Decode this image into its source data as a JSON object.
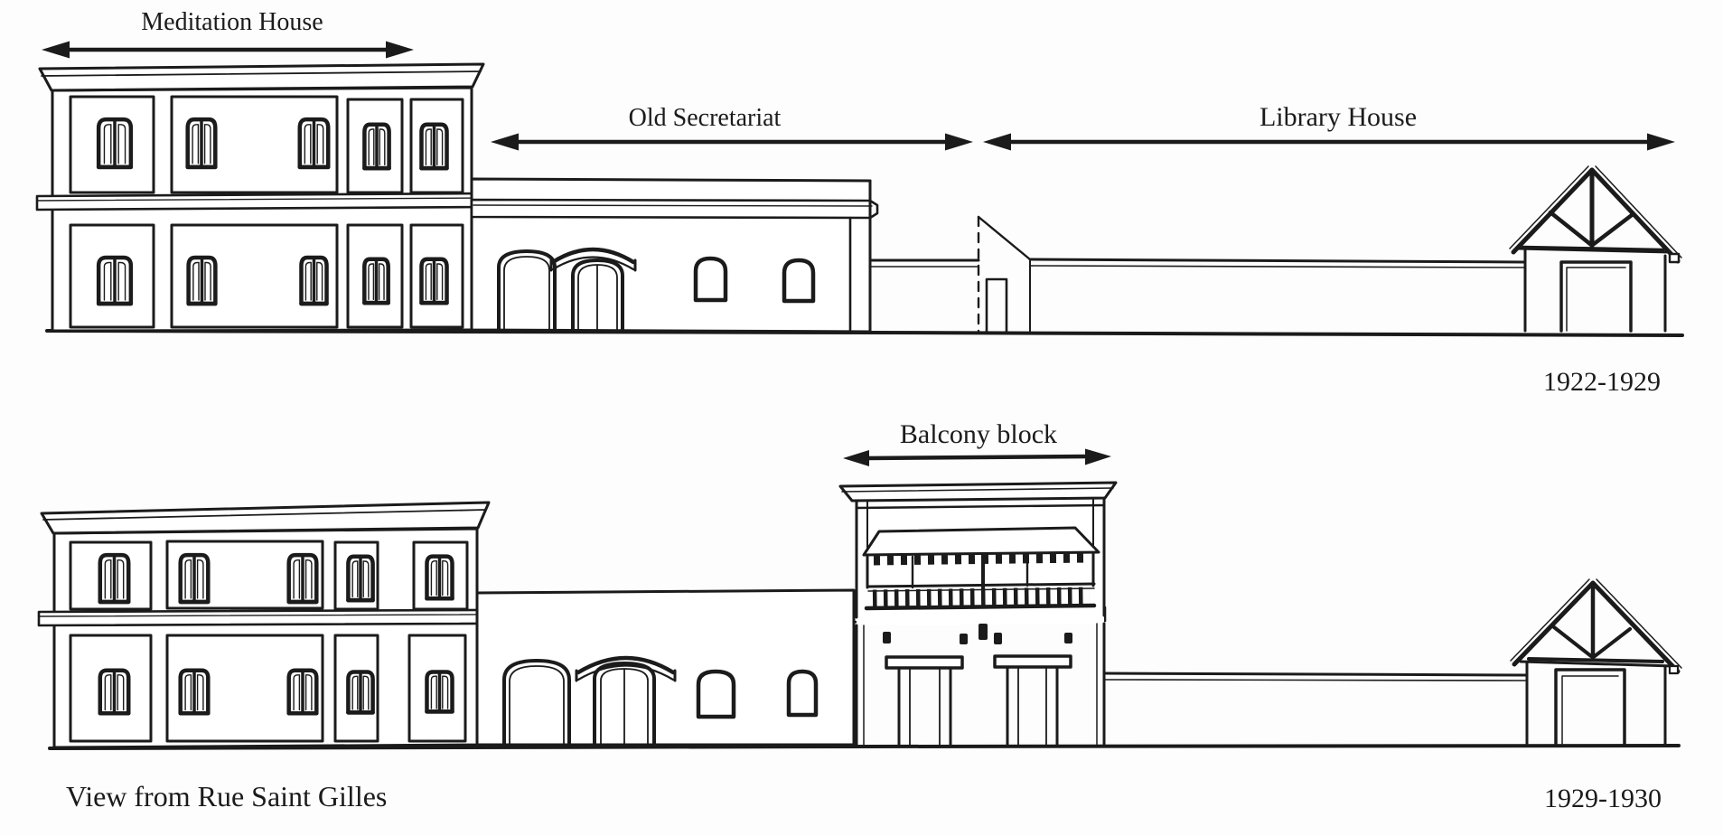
{
  "diagram": {
    "background": "#fdfdfd",
    "ink": "#1b1b1b",
    "top_panel": {
      "building_labels": [
        "Meditation House",
        "Old Secretariat",
        "Library House"
      ],
      "period": "1922-1929"
    },
    "bottom_panel": {
      "building_labels": [
        "Balcony block"
      ],
      "period": "1929-1930"
    },
    "caption": "View from Rue Saint Gilles"
  }
}
